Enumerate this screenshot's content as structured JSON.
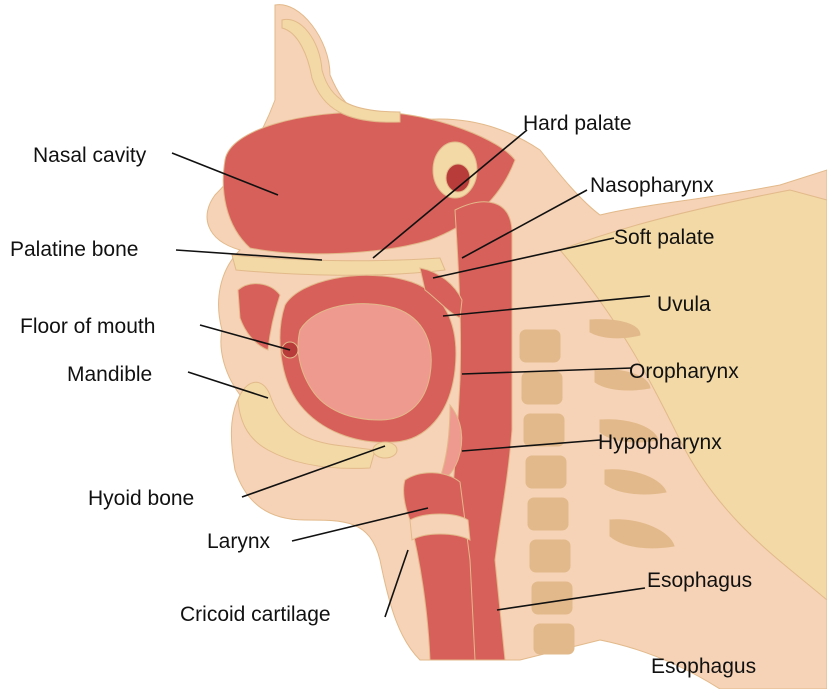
{
  "colors": {
    "tissue_red": "#d8605a",
    "tissue_dark": "#b83c3a",
    "tissue_light": "#ef9a8e",
    "bone_cream": "#f2d9a6",
    "bone_tan": "#e2b98a",
    "skin": "#f6d3b6",
    "label_text": "#111111",
    "leader_line": "#111111"
  },
  "labels": {
    "nasal_cavity": "Nasal cavity",
    "palatine_bone": "Palatine bone",
    "floor_of_mouth": "Floor of mouth",
    "mandible": "Mandible",
    "hyoid_bone": "Hyoid bone",
    "larynx": "Larynx",
    "cricoid_cartilage": "Cricoid cartilage",
    "hard_palate": "Hard palate",
    "nasopharynx": "Nasopharynx",
    "soft_palate": "Soft palate",
    "uvula": "Uvula",
    "oropharynx": "Oropharynx",
    "hypopharynx": "Hypopharynx",
    "esophagus": "Esophagus",
    "esophagus_caption": "Esophagus"
  }
}
